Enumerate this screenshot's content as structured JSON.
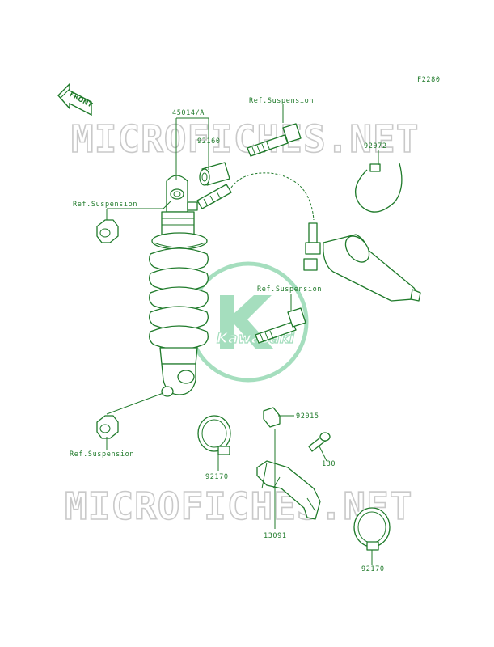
{
  "diagram_code": "F2280",
  "front_label": "FRONT",
  "watermark_top": "MICROFICHES.NET",
  "watermark_bottom": "MICROFICHES.NET",
  "logo_text": "Kawasaki",
  "colors": {
    "line": "#1f7a2a",
    "watermark": "#c9c9c9",
    "logo": "#5cc48a"
  },
  "labels": {
    "p45014": "45014/A",
    "p92160": "92160",
    "ref_top": "Ref.Suspension",
    "p92072": "92072",
    "ref_left": "Ref.Suspension",
    "ref_mid": "Ref.Suspension",
    "ref_bottom": "Ref.Suspension",
    "p92015": "92015",
    "p130": "130",
    "p92170_left": "92170",
    "p13091": "13091",
    "p92170_right": "92170"
  }
}
